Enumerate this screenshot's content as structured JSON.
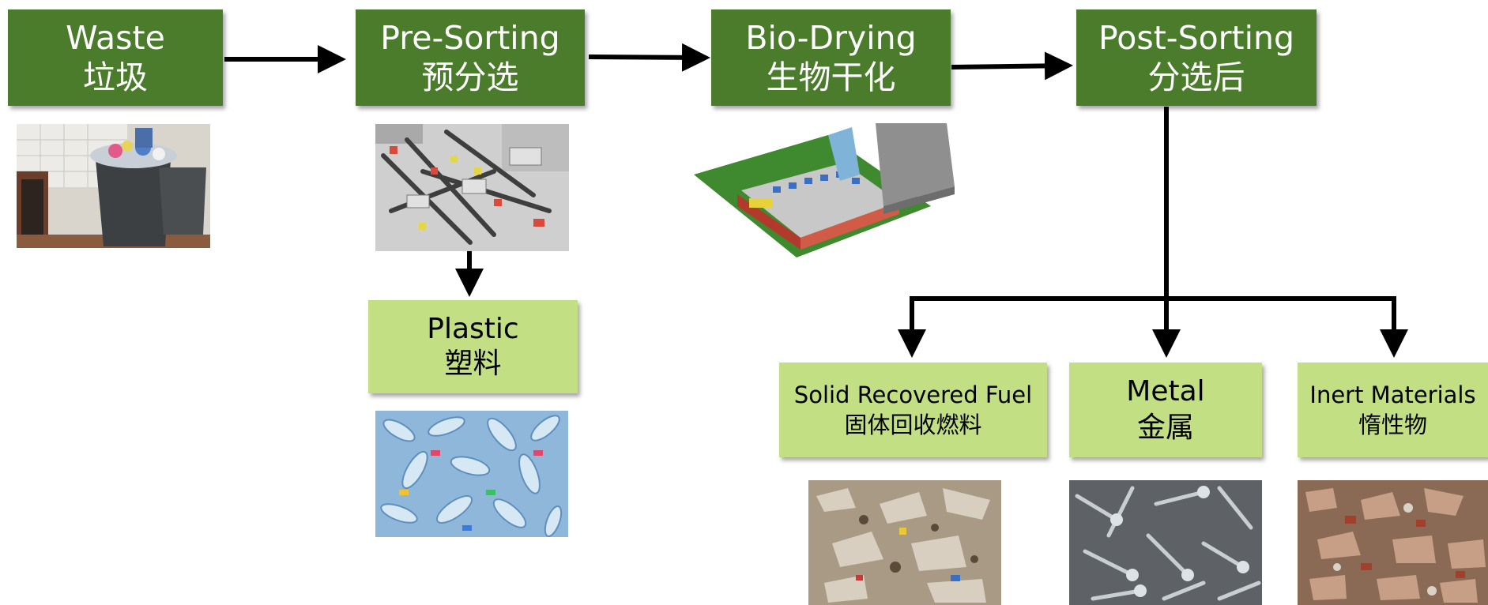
{
  "stages": [
    {
      "en": "Waste",
      "zh": "垃圾"
    },
    {
      "en": "Pre-Sorting",
      "zh": "预分选"
    },
    {
      "en": "Bio-Drying",
      "zh": "生物干化"
    },
    {
      "en": "Post-Sorting",
      "zh": "分选后"
    }
  ],
  "outputs": {
    "plastic": {
      "en": "Plastic",
      "zh": "塑料"
    },
    "srf": {
      "en": "Solid Recovered Fuel",
      "zh": "固体回收燃料"
    },
    "metal": {
      "en": "Metal",
      "zh": "金属"
    },
    "inert": {
      "en": "Inert Materials",
      "zh": "惰性物"
    }
  },
  "colors": {
    "stage_box": "#4a7c2c",
    "output_box": "#c2df83",
    "arrow": "#000000"
  }
}
